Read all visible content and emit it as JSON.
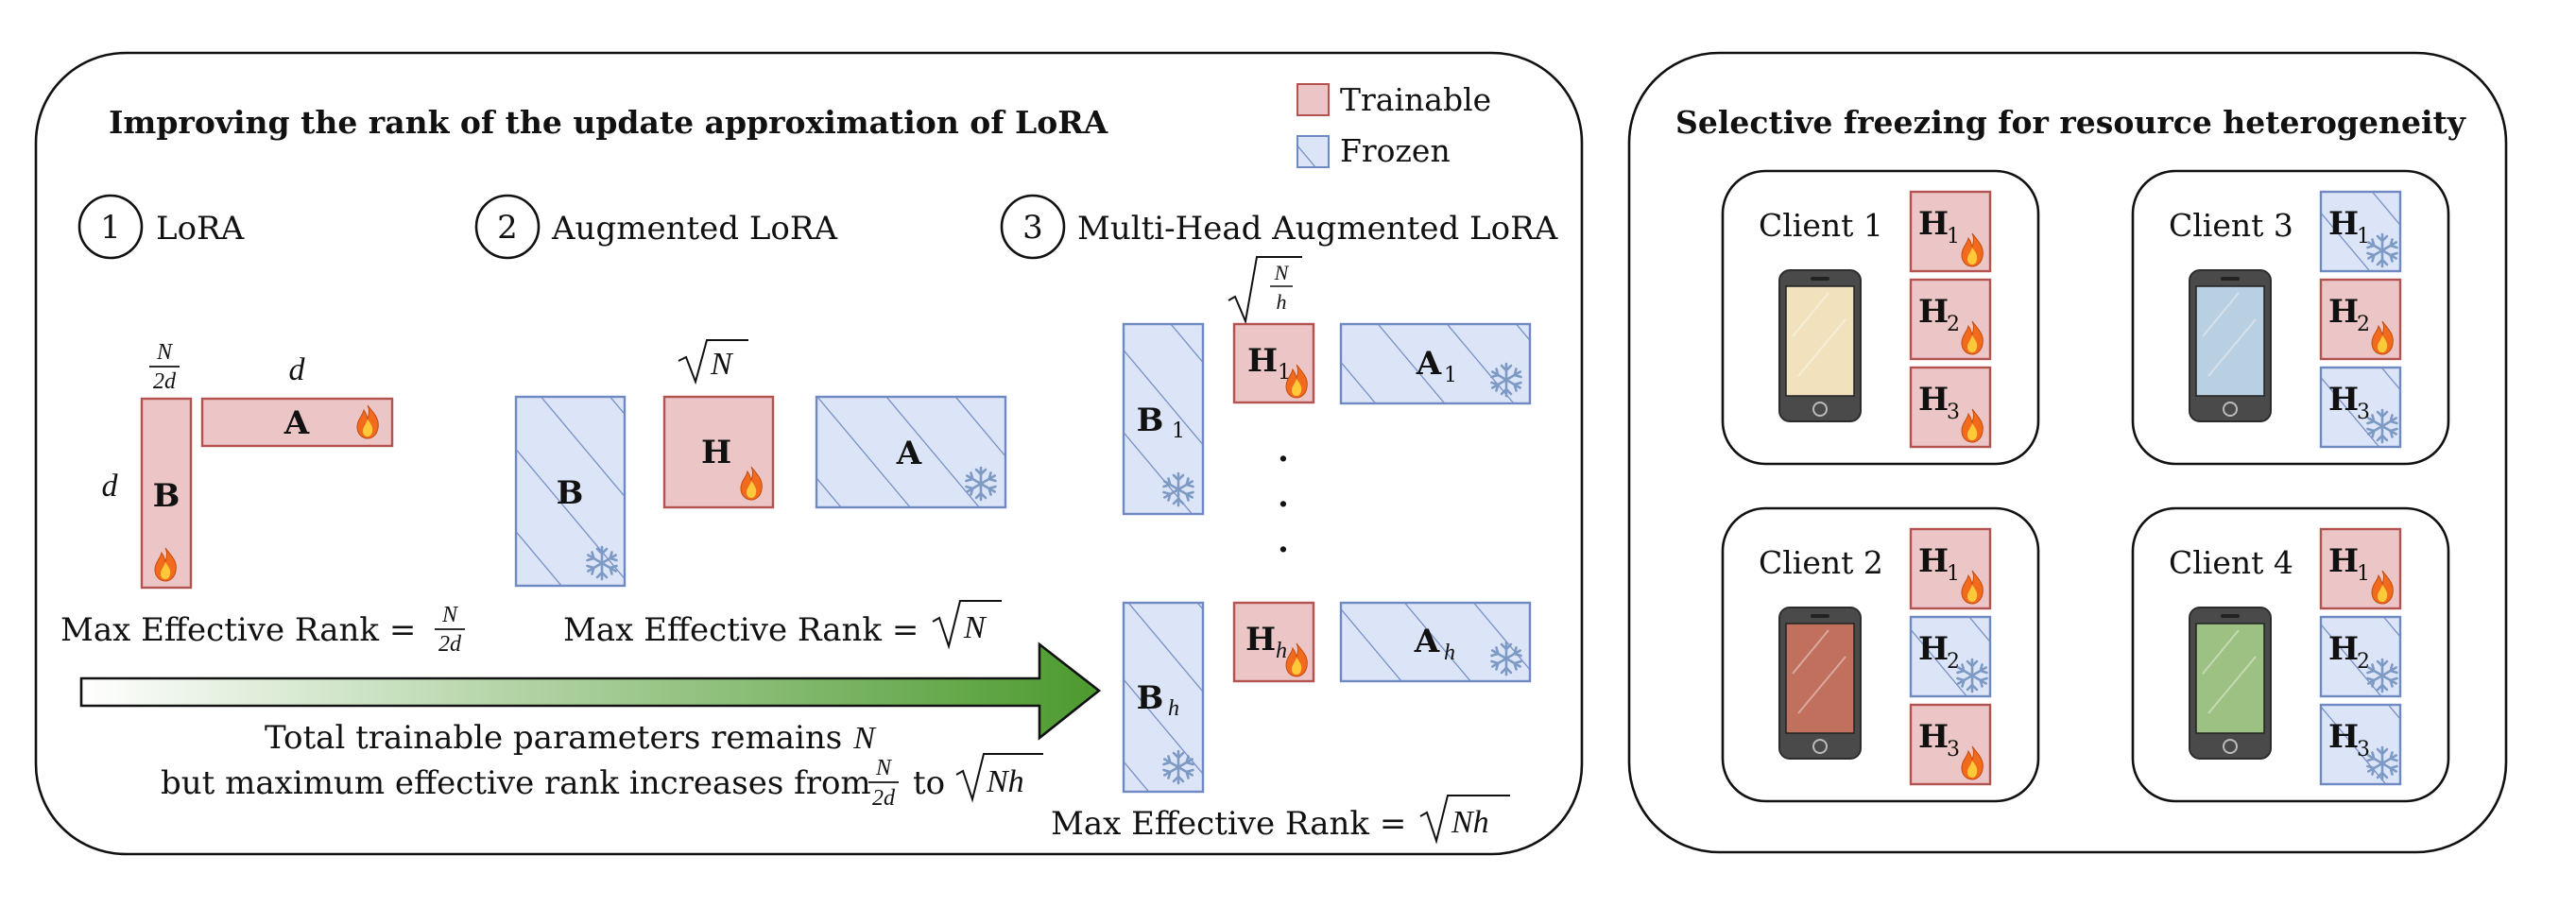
{
  "legend": {
    "trainable": "Trainable",
    "frozen": "Frozen"
  },
  "left_panel": {
    "title": "Improving the rank of the update approximation of LoRA",
    "step1": {
      "number": "1",
      "label": "LoRA"
    },
    "step2": {
      "number": "2",
      "label": "Augmented LoRA"
    },
    "step3": {
      "number": "3",
      "label": "Multi-Head Augmented LoRA"
    },
    "lora": {
      "a": "A",
      "b": "B",
      "d_top": "d",
      "d_left": "d",
      "frac_num": "N",
      "frac_den": "2d"
    },
    "aug": {
      "b": "B",
      "h": "H",
      "a": "A",
      "sqrt_label": "N"
    },
    "multi": {
      "b_sym": "B",
      "a_sym": "A",
      "h_sym": "H",
      "sub_1": "1",
      "sub_h": "h",
      "sqrt_num": "N",
      "sqrt_den": "h",
      "dots": "·"
    },
    "rank_prefix": "Max Effective Rank =",
    "rank1_num": "N",
    "rank1_den": "2d",
    "rank2_rad": "N",
    "rank3_rad": "Nh",
    "arrow_text_1": "Total trainable parameters remains",
    "arrow_text_1_var": "N",
    "arrow_text_2": "but maximum effective rank increases from",
    "arrow_text_2_num": "N",
    "arrow_text_2_den": "2d",
    "arrow_text_2_to": "to",
    "arrow_text_2_rad": "Nh"
  },
  "right_panel": {
    "title": "Selective freezing for resource heterogeneity",
    "clients": [
      {
        "name": "Client 1",
        "screen": "#f1e2bd",
        "heads": [
          {
            "label": "H",
            "sub": "1",
            "state": "trainable"
          },
          {
            "label": "H",
            "sub": "2",
            "state": "trainable"
          },
          {
            "label": "H",
            "sub": "3",
            "state": "trainable"
          }
        ]
      },
      {
        "name": "Client 3",
        "screen": "#b9cfe2",
        "heads": [
          {
            "label": "H",
            "sub": "1",
            "state": "frozen"
          },
          {
            "label": "H",
            "sub": "2",
            "state": "trainable"
          },
          {
            "label": "H",
            "sub": "3",
            "state": "frozen"
          }
        ]
      },
      {
        "name": "Client 2",
        "screen": "#c0705d",
        "heads": [
          {
            "label": "H",
            "sub": "1",
            "state": "trainable"
          },
          {
            "label": "H",
            "sub": "2",
            "state": "frozen"
          },
          {
            "label": "H",
            "sub": "3",
            "state": "trainable"
          }
        ]
      },
      {
        "name": "Client 4",
        "screen": "#9cc183",
        "heads": [
          {
            "label": "H",
            "sub": "1",
            "state": "trainable"
          },
          {
            "label": "H",
            "sub": "2",
            "state": "frozen"
          },
          {
            "label": "H",
            "sub": "3",
            "state": "frozen"
          }
        ]
      }
    ]
  },
  "colors": {
    "trainable_fill": "#ecc6c6",
    "trainable_stroke": "#b3524f",
    "frozen_fill": "#dce4f7",
    "frozen_stroke": "#6f89c2",
    "arrow_start": "#ffffff",
    "arrow_end": "#4c9a2e"
  }
}
